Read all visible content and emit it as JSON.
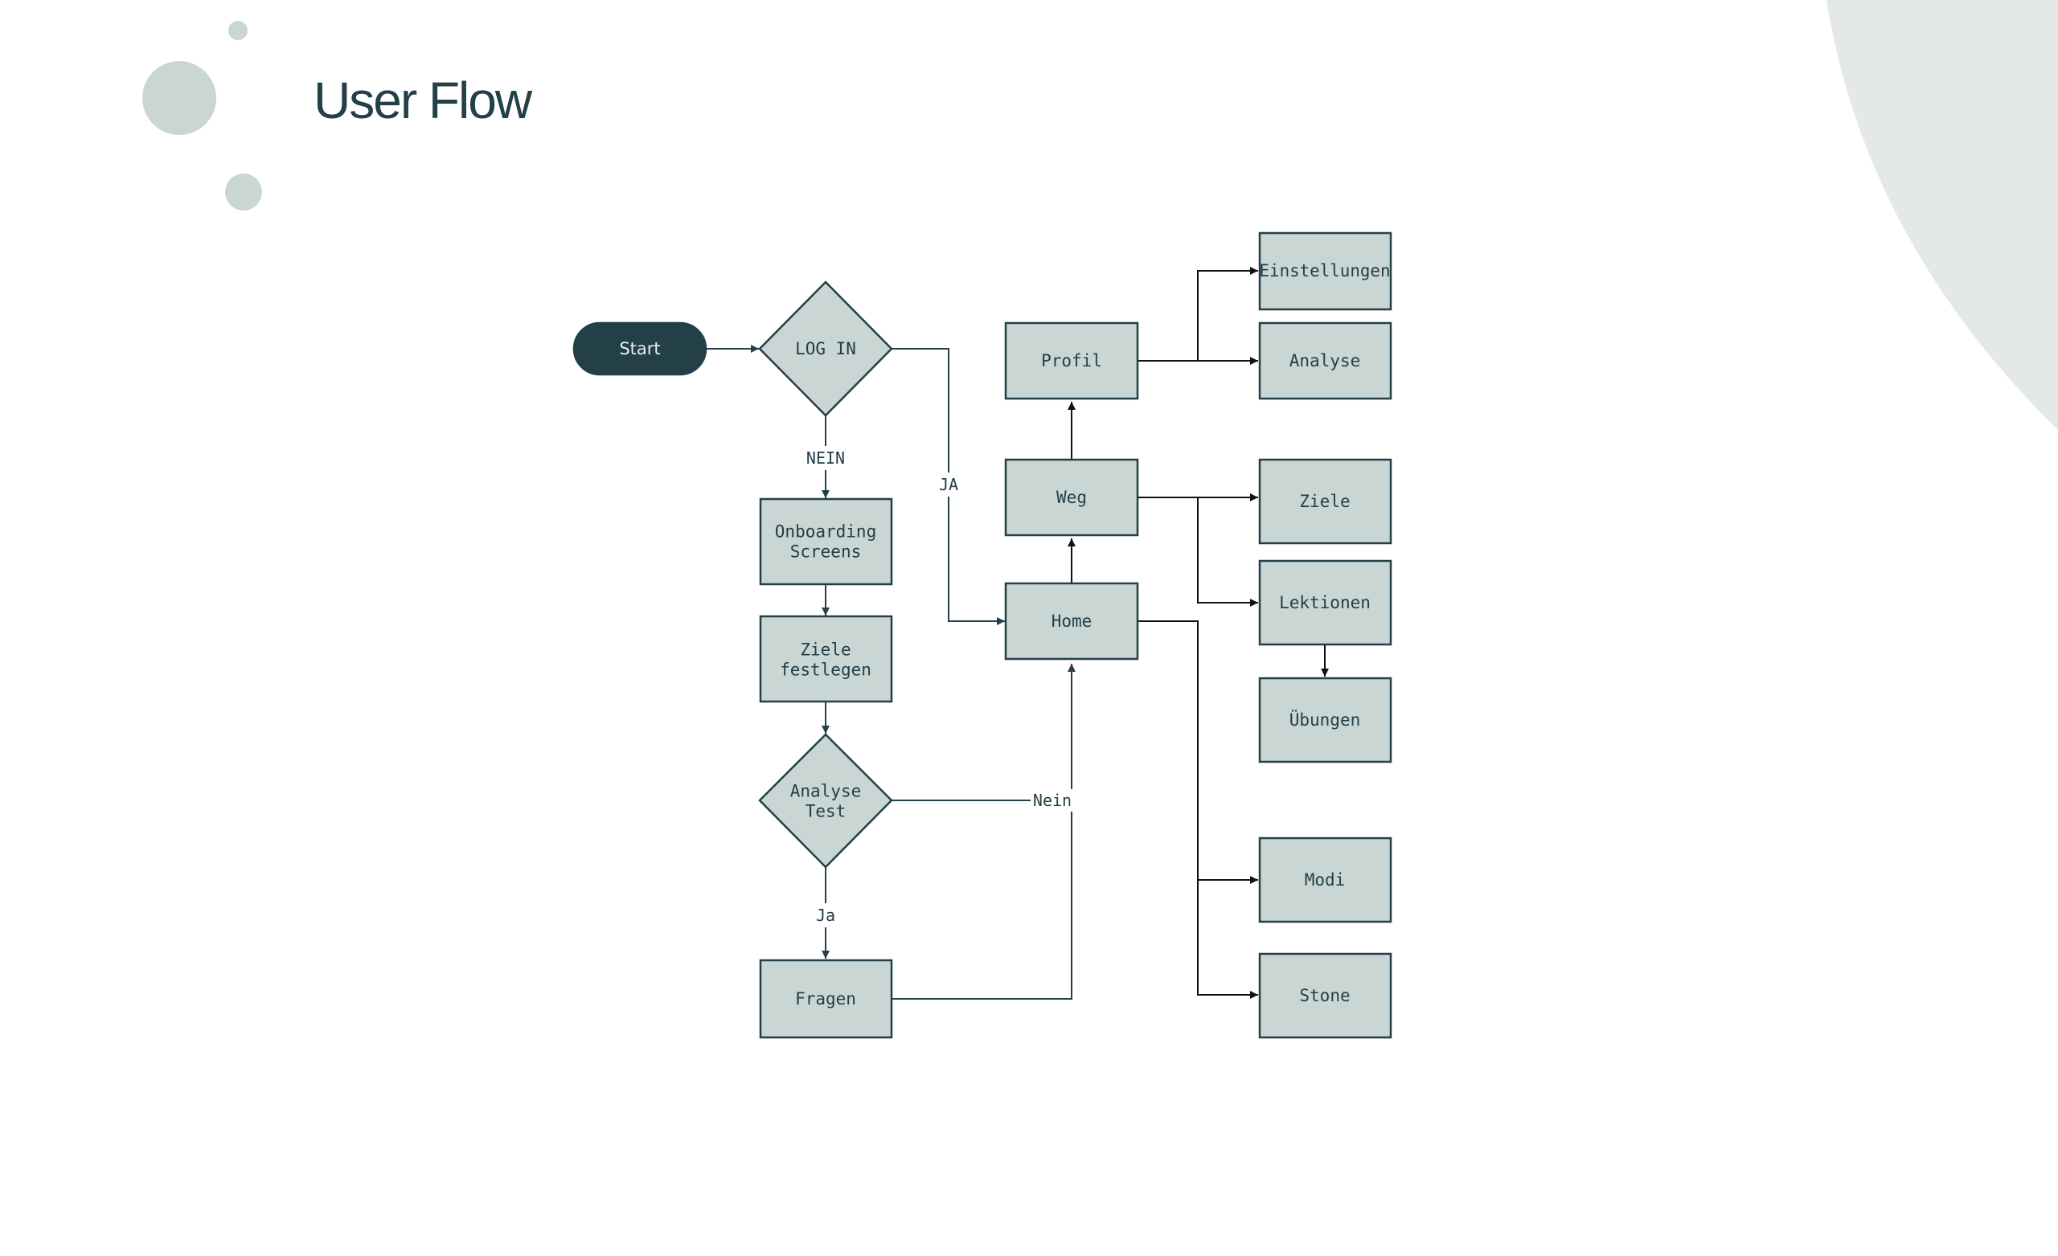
{
  "page": {
    "title": "User Flow"
  },
  "colors": {
    "node_fill": "#c9d6d3",
    "node_stroke": "#233f47",
    "start_fill": "#233f47",
    "text": "#233f47",
    "decoration": "#c9d6d3"
  },
  "flow": {
    "start": "Start",
    "login": "LOG IN",
    "onboarding": "Onboarding Screens",
    "ziele_festlegen": "Ziele festlegen",
    "analyse_test": "Analyse Test",
    "fragen": "Fragen",
    "home": "Home",
    "weg": "Weg",
    "profil": "Profil",
    "einstellungen": "Einstellungen",
    "analyse": "Analyse",
    "ziele": "Ziele",
    "lektionen": "Lektionen",
    "uebungen": "Übungen",
    "modi": "Modi",
    "stone": "Stone"
  },
  "edges": {
    "login_nein": "NEIN",
    "login_ja": "JA",
    "analyse_nein": "Nein",
    "analyse_ja": "Ja"
  }
}
